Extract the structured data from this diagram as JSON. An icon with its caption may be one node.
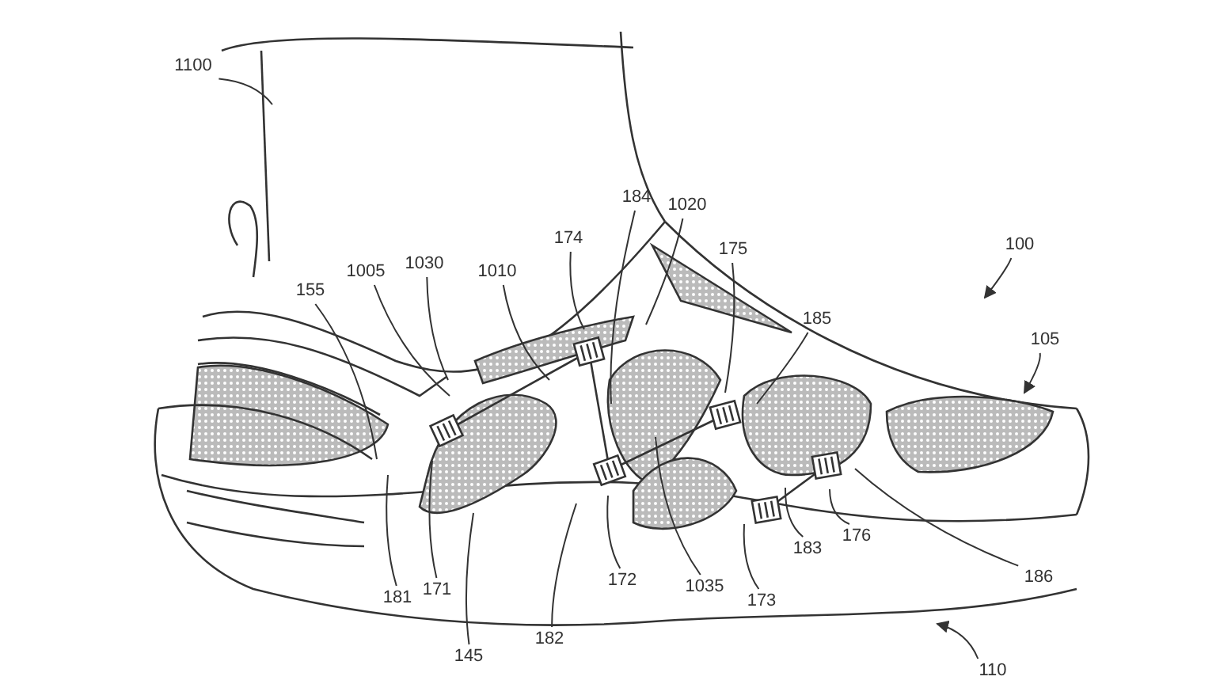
{
  "diagram": {
    "nodes": [
      {
        "text": [
          "1100"
        ]
      },
      {
        "text": [
          "184"
        ]
      },
      {
        "text": [
          "1020"
        ]
      },
      {
        "text": [
          "174"
        ]
      },
      {
        "text": [
          "175"
        ]
      },
      {
        "text": [
          "100"
        ]
      },
      {
        "text": [
          "1030"
        ]
      },
      {
        "text": [
          "1005"
        ]
      },
      {
        "text": [
          "1010"
        ]
      },
      {
        "text": [
          "155"
        ]
      },
      {
        "text": [
          "185"
        ]
      },
      {
        "text": [
          "105"
        ]
      },
      {
        "text": [
          "176"
        ]
      },
      {
        "text": [
          "183"
        ]
      },
      {
        "text": [
          "186"
        ]
      },
      {
        "text": [
          "172"
        ]
      },
      {
        "text": [
          "1035"
        ]
      },
      {
        "text": [
          "171"
        ]
      },
      {
        "text": [
          "181"
        ]
      },
      {
        "text": [
          "173"
        ]
      },
      {
        "text": [
          "182"
        ]
      },
      {
        "text": [
          "145"
        ]
      },
      {
        "text": [
          "110"
        ]
      }
    ],
    "edges": [
      {
        "from": 0,
        "to": null,
        "arrow": "none"
      },
      {
        "from": 1,
        "to": null,
        "arrow": "none"
      },
      {
        "from": 2,
        "to": null,
        "arrow": "none"
      },
      {
        "from": 3,
        "to": null,
        "arrow": "none"
      },
      {
        "from": 4,
        "to": null,
        "arrow": "none"
      },
      {
        "from": 5,
        "to": null,
        "arrow": "to"
      },
      {
        "from": 6,
        "to": null,
        "arrow": "none"
      },
      {
        "from": 7,
        "to": null,
        "arrow": "none"
      },
      {
        "from": 8,
        "to": null,
        "arrow": "none"
      },
      {
        "from": 9,
        "to": null,
        "arrow": "none"
      },
      {
        "from": 10,
        "to": null,
        "arrow": "none"
      },
      {
        "from": 11,
        "to": null,
        "arrow": "to"
      },
      {
        "from": 12,
        "to": null,
        "arrow": "none"
      },
      {
        "from": 13,
        "to": null,
        "arrow": "none"
      },
      {
        "from": 14,
        "to": null,
        "arrow": "none"
      },
      {
        "from": 15,
        "to": null,
        "arrow": "none"
      },
      {
        "from": 16,
        "to": null,
        "arrow": "none"
      },
      {
        "from": 17,
        "to": null,
        "arrow": "none"
      },
      {
        "from": 18,
        "to": null,
        "arrow": "none"
      },
      {
        "from": 19,
        "to": null,
        "arrow": "none"
      },
      {
        "from": 20,
        "to": null,
        "arrow": "none"
      },
      {
        "from": 21,
        "to": null,
        "arrow": "none"
      },
      {
        "from": 22,
        "to": null,
        "arrow": "to"
      }
    ]
  }
}
